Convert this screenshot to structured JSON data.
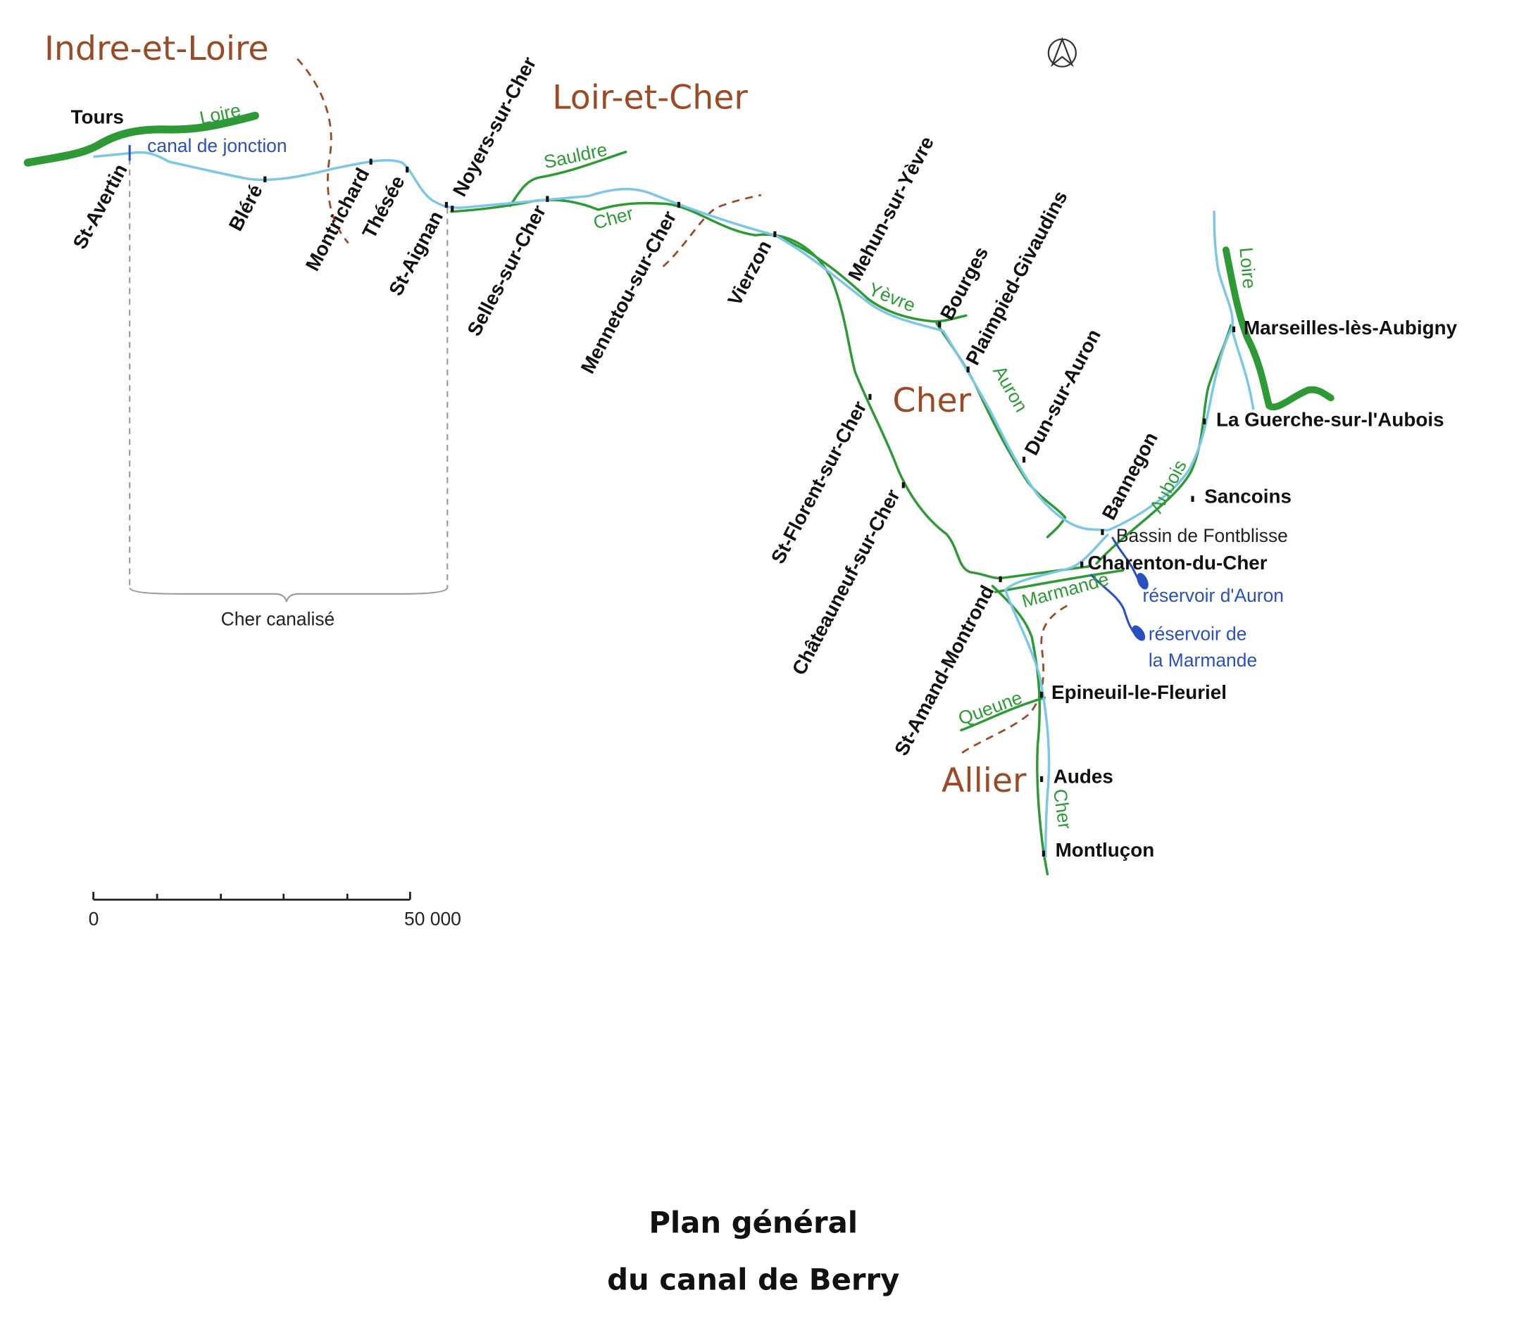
{
  "regions": [
    "Indre-et-Loire",
    "Loir-et-Cher",
    "Cher",
    "Allier"
  ],
  "rivers": {
    "loire_west": "Loire",
    "loire_east": "Loire",
    "sauldre": "Sauldre",
    "cher_mid": "Cher",
    "cher_south": "Cher",
    "yevre": "Yèvre",
    "auron": "Auron",
    "aubois": "Aubois",
    "marmande": "Marmande",
    "queune": "Queune"
  },
  "canal": {
    "jonction": "canal de jonction",
    "cher_canalise": "Cher canalisé",
    "bassin": "Bassin de Fontblisse",
    "reservoir_auron": "réservoir d'Auron",
    "reservoir_marmande_1": "réservoir de",
    "reservoir_marmande_2": "la Marmande"
  },
  "towns": {
    "tours": "Tours",
    "st_avertin": "St-Avertin",
    "blere": "Bléré",
    "montrichard": "Montrichard",
    "thesee": "Thésée",
    "st_aignan": "St-Aignan",
    "noyers": "Noyers-sur-Cher",
    "selles": "Selles-sur-Cher",
    "mennetou": "Mennetou-sur-Cher",
    "vierzon": "Vierzon",
    "mehun": "Mehun-sur-Yèvre",
    "bourges": "Bourges",
    "plaimpied": "Plaimpied-Givaudins",
    "dun": "Dun-sur-Auron",
    "st_florent": "St-Florent-sur-Cher",
    "chateauneuf": "Châteauneuf-sur-Cher",
    "bannegon": "Bannegon",
    "marseilles": "Marseilles-lès-Aubigny",
    "la_guerche": "La Guerche-sur-l'Aubois",
    "sancoins": "Sancoins",
    "charenton": "Charenton-du-Cher",
    "st_amand": "St-Amand-Montrond",
    "epineuil": "Epineuil-le-Fleuriel",
    "audes": "Audes",
    "montlucon": "Montluçon"
  },
  "scale": {
    "start": "0",
    "end": "50 000"
  },
  "title": {
    "line1": "Plan général",
    "line2": "du canal de Berry"
  },
  "colors": {
    "river": "#2e9a35",
    "canal": "#7cc6e6",
    "reservoir": "#2a50c0",
    "boundary": "#9a4a25"
  }
}
